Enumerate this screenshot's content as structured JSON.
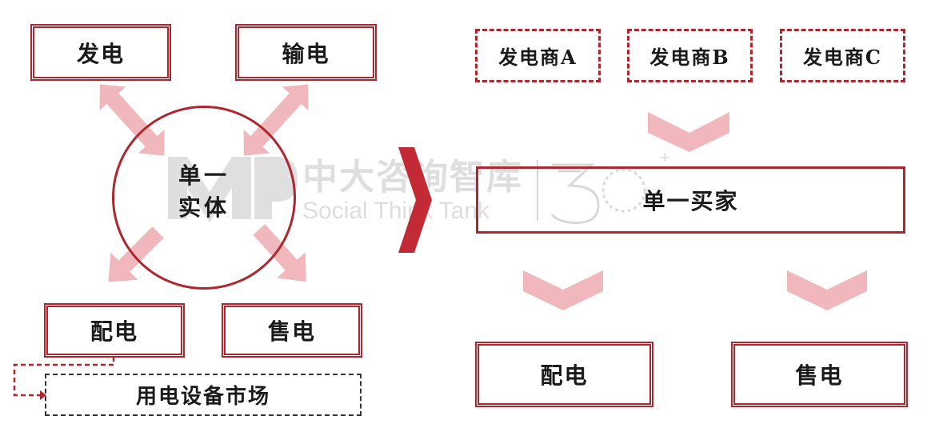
{
  "left": {
    "generation": "发电",
    "transmission": "输电",
    "distribution": "配电",
    "retail": "售电",
    "center_line1": "单一",
    "center_line2": "实体",
    "equipment_market": "用电设备市场"
  },
  "right": {
    "generator_a": "发电商A",
    "generator_b": "发电商B",
    "generator_c": "发电商C",
    "single_buyer": "单一买家",
    "distribution": "配电",
    "retail": "售电"
  },
  "watermark": {
    "chinese": "中大咨询智库",
    "english": "Social Think Tank"
  },
  "colors": {
    "dark_red": "#b0262f",
    "arrow_pink": "#f0b8bc",
    "transition_arrow": "#c22a35",
    "watermark_gray": "#d9d9d9"
  }
}
